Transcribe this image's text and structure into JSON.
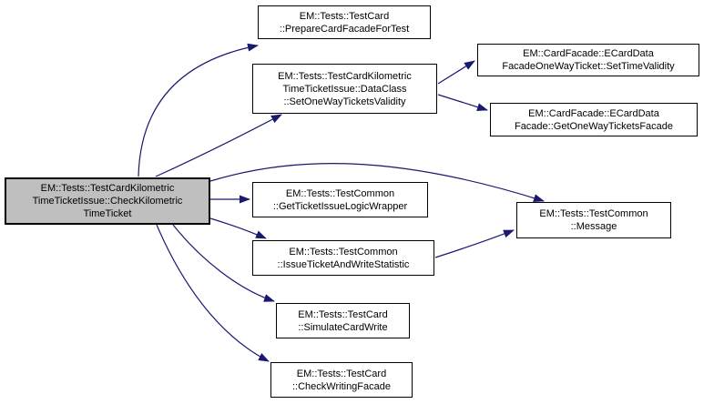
{
  "diagram": {
    "type": "call-graph",
    "colors": {
      "edge": "#191970",
      "border": "#000000",
      "node_fill": "#ffffff",
      "highlight_fill": "#bfbfbf",
      "background": "#ffffff",
      "text": "#000000"
    },
    "nodes": {
      "check_kilometric_time_ticket": {
        "label": "EM::Tests::TestCardKilometric\nTimeTicketIssue::CheckKilometric\nTimeTicket",
        "highlighted": true
      },
      "prepare_card_facade_for_test": {
        "label": "EM::Tests::TestCard\n::PrepareCardFacadeForTest"
      },
      "set_one_way_tickets_validity": {
        "label": "EM::Tests::TestCardKilometric\nTimeTicketIssue::DataClass\n::SetOneWayTicketsValidity"
      },
      "set_time_validity": {
        "label": "EM::CardFacade::ECardData\nFacadeOneWayTicket::SetTimeValidity"
      },
      "get_one_way_tickets_facade": {
        "label": "EM::CardFacade::ECardData\nFacade::GetOneWayTicketsFacade"
      },
      "get_ticket_issue_logic_wrapper": {
        "label": "EM::Tests::TestCommon\n::GetTicketIssueLogicWrapper"
      },
      "issue_ticket_and_write_statistic": {
        "label": "EM::Tests::TestCommon\n::IssueTicketAndWriteStatistic"
      },
      "simulate_card_write": {
        "label": "EM::Tests::TestCard\n::SimulateCardWrite"
      },
      "check_writing_facade": {
        "label": "EM::Tests::TestCard\n::CheckWritingFacade"
      },
      "message": {
        "label": "EM::Tests::TestCommon\n::Message"
      }
    },
    "edges": [
      {
        "from": "check_kilometric_time_ticket",
        "to": "prepare_card_facade_for_test"
      },
      {
        "from": "check_kilometric_time_ticket",
        "to": "set_one_way_tickets_validity"
      },
      {
        "from": "check_kilometric_time_ticket",
        "to": "message"
      },
      {
        "from": "check_kilometric_time_ticket",
        "to": "get_ticket_issue_logic_wrapper"
      },
      {
        "from": "check_kilometric_time_ticket",
        "to": "issue_ticket_and_write_statistic"
      },
      {
        "from": "check_kilometric_time_ticket",
        "to": "simulate_card_write"
      },
      {
        "from": "check_kilometric_time_ticket",
        "to": "check_writing_facade"
      },
      {
        "from": "set_one_way_tickets_validity",
        "to": "set_time_validity"
      },
      {
        "from": "set_one_way_tickets_validity",
        "to": "get_one_way_tickets_facade"
      },
      {
        "from": "issue_ticket_and_write_statistic",
        "to": "message"
      }
    ]
  }
}
